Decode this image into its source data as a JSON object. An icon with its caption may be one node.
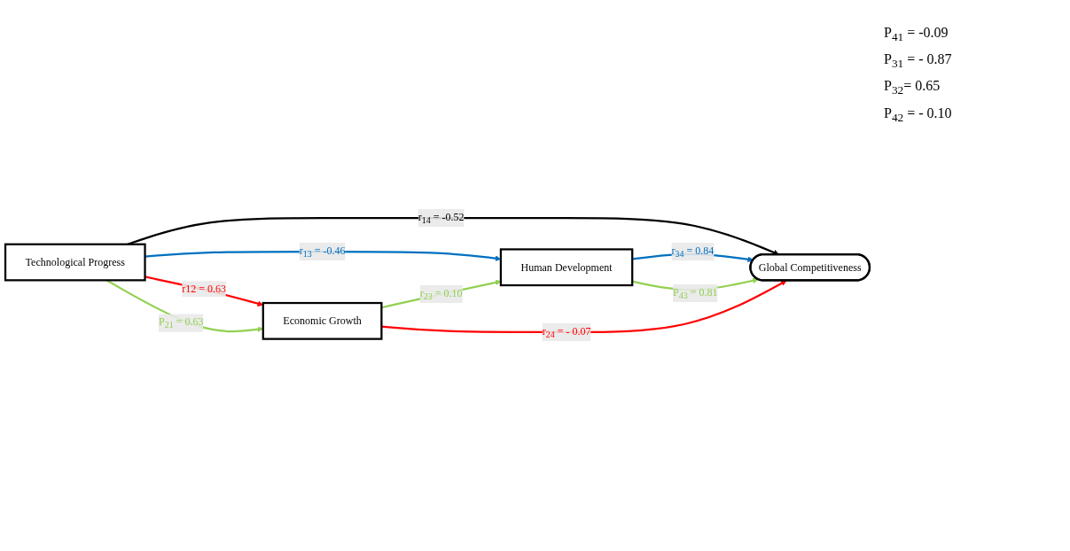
{
  "diagram": {
    "nodes": [
      {
        "text": [
          "Technological Progress"
        ]
      },
      {
        "text": [
          "Economic Growth"
        ]
      },
      {
        "text": [
          "Human Development"
        ]
      },
      {
        "text": [
          "Global Competitiveness"
        ]
      }
    ],
    "edges": [
      {
        "from": 0,
        "to": 3,
        "arrow": "to",
        "label": "r$_{14}$ = -0.52",
        "color": "#000000"
      },
      {
        "from": 0,
        "to": 2,
        "arrow": "to",
        "label": "r$_{13}$ = -0.46",
        "color": "#0070c0"
      },
      {
        "from": 0,
        "to": 1,
        "arrow": "to",
        "label": "r12 = 0.63",
        "color": "#ff0000"
      },
      {
        "from": 0,
        "to": 1,
        "arrow": "to",
        "label": "P$_{21}$ = 0.63"
      },
      {
        "from": 1,
        "to": 2,
        "arrow": "to",
        "label": "r$_{23}$ = 0.10"
      },
      {
        "from": 2,
        "to": 3,
        "arrow": "to",
        "label": "r$_{34}$ =  0.84",
        "color": "#0070c0"
      },
      {
        "from": 2,
        "to": 3,
        "arrow": "to",
        "label": "P$_{43}$ = 0.81"
      },
      {
        "from": 1,
        "to": 3,
        "arrow": "to",
        "label": "r$_{24}$ = - 0.07",
        "color": "#ff0000"
      }
    ],
    "labels": [
      "P$_{41}$ = -0.09",
      "P$_{31}$ =  - 0.87",
      "P$_{32}$= 0.65",
      "P$_{42}$ = - 0.10"
    ]
  }
}
